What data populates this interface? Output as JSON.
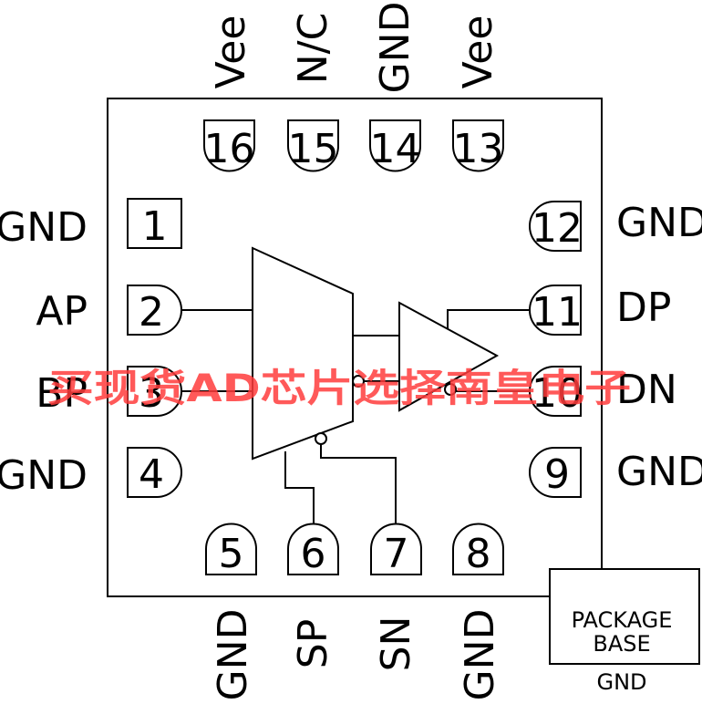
{
  "pins": {
    "p1": {
      "num": "1",
      "label": "GND"
    },
    "p2": {
      "num": "2",
      "label": "AP"
    },
    "p3": {
      "num": "3",
      "label": "BP"
    },
    "p4": {
      "num": "4",
      "label": "GND"
    },
    "p5": {
      "num": "5",
      "label": "GND"
    },
    "p6": {
      "num": "6",
      "label": "SP"
    },
    "p7": {
      "num": "7",
      "label": "SN"
    },
    "p8": {
      "num": "8",
      "label": "GND"
    },
    "p9": {
      "num": "9",
      "label": "GND"
    },
    "p10": {
      "num": "10",
      "label": "DN"
    },
    "p11": {
      "num": "11",
      "label": "DP"
    },
    "p12": {
      "num": "12",
      "label": "GND"
    },
    "p13": {
      "num": "13",
      "label": "Vee"
    },
    "p14": {
      "num": "14",
      "label": "GND"
    },
    "p15": {
      "num": "15",
      "label": "N/C"
    },
    "p16": {
      "num": "16",
      "label": "Vee"
    }
  },
  "package_base": {
    "line1": "PACKAGE",
    "line2": "BASE",
    "label": "GND"
  },
  "watermark": "买现货AD芯片选择南皇电子"
}
